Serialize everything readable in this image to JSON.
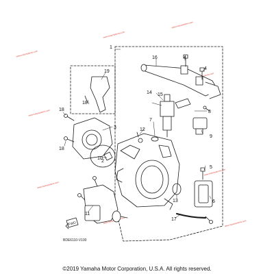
{
  "diagram": {
    "callouts": [
      "1",
      "2",
      "3",
      "4",
      "4",
      "5",
      "6",
      "7",
      "8",
      "9",
      "10",
      "11",
      "12",
      "13",
      "14",
      "15",
      "16",
      "17",
      "18",
      "18",
      "19"
    ],
    "reference_code": "BDE6110-V100",
    "watermark_text": "www.motorsystems.com",
    "front_label": "FWD"
  },
  "footer": {
    "copyright": "©2019 Yamaha Motor Corporation, U.S.A. All rights reserved."
  },
  "colors": {
    "line": "#1a1a1a",
    "watermark": "#e03a2a",
    "background": "#ffffff"
  }
}
